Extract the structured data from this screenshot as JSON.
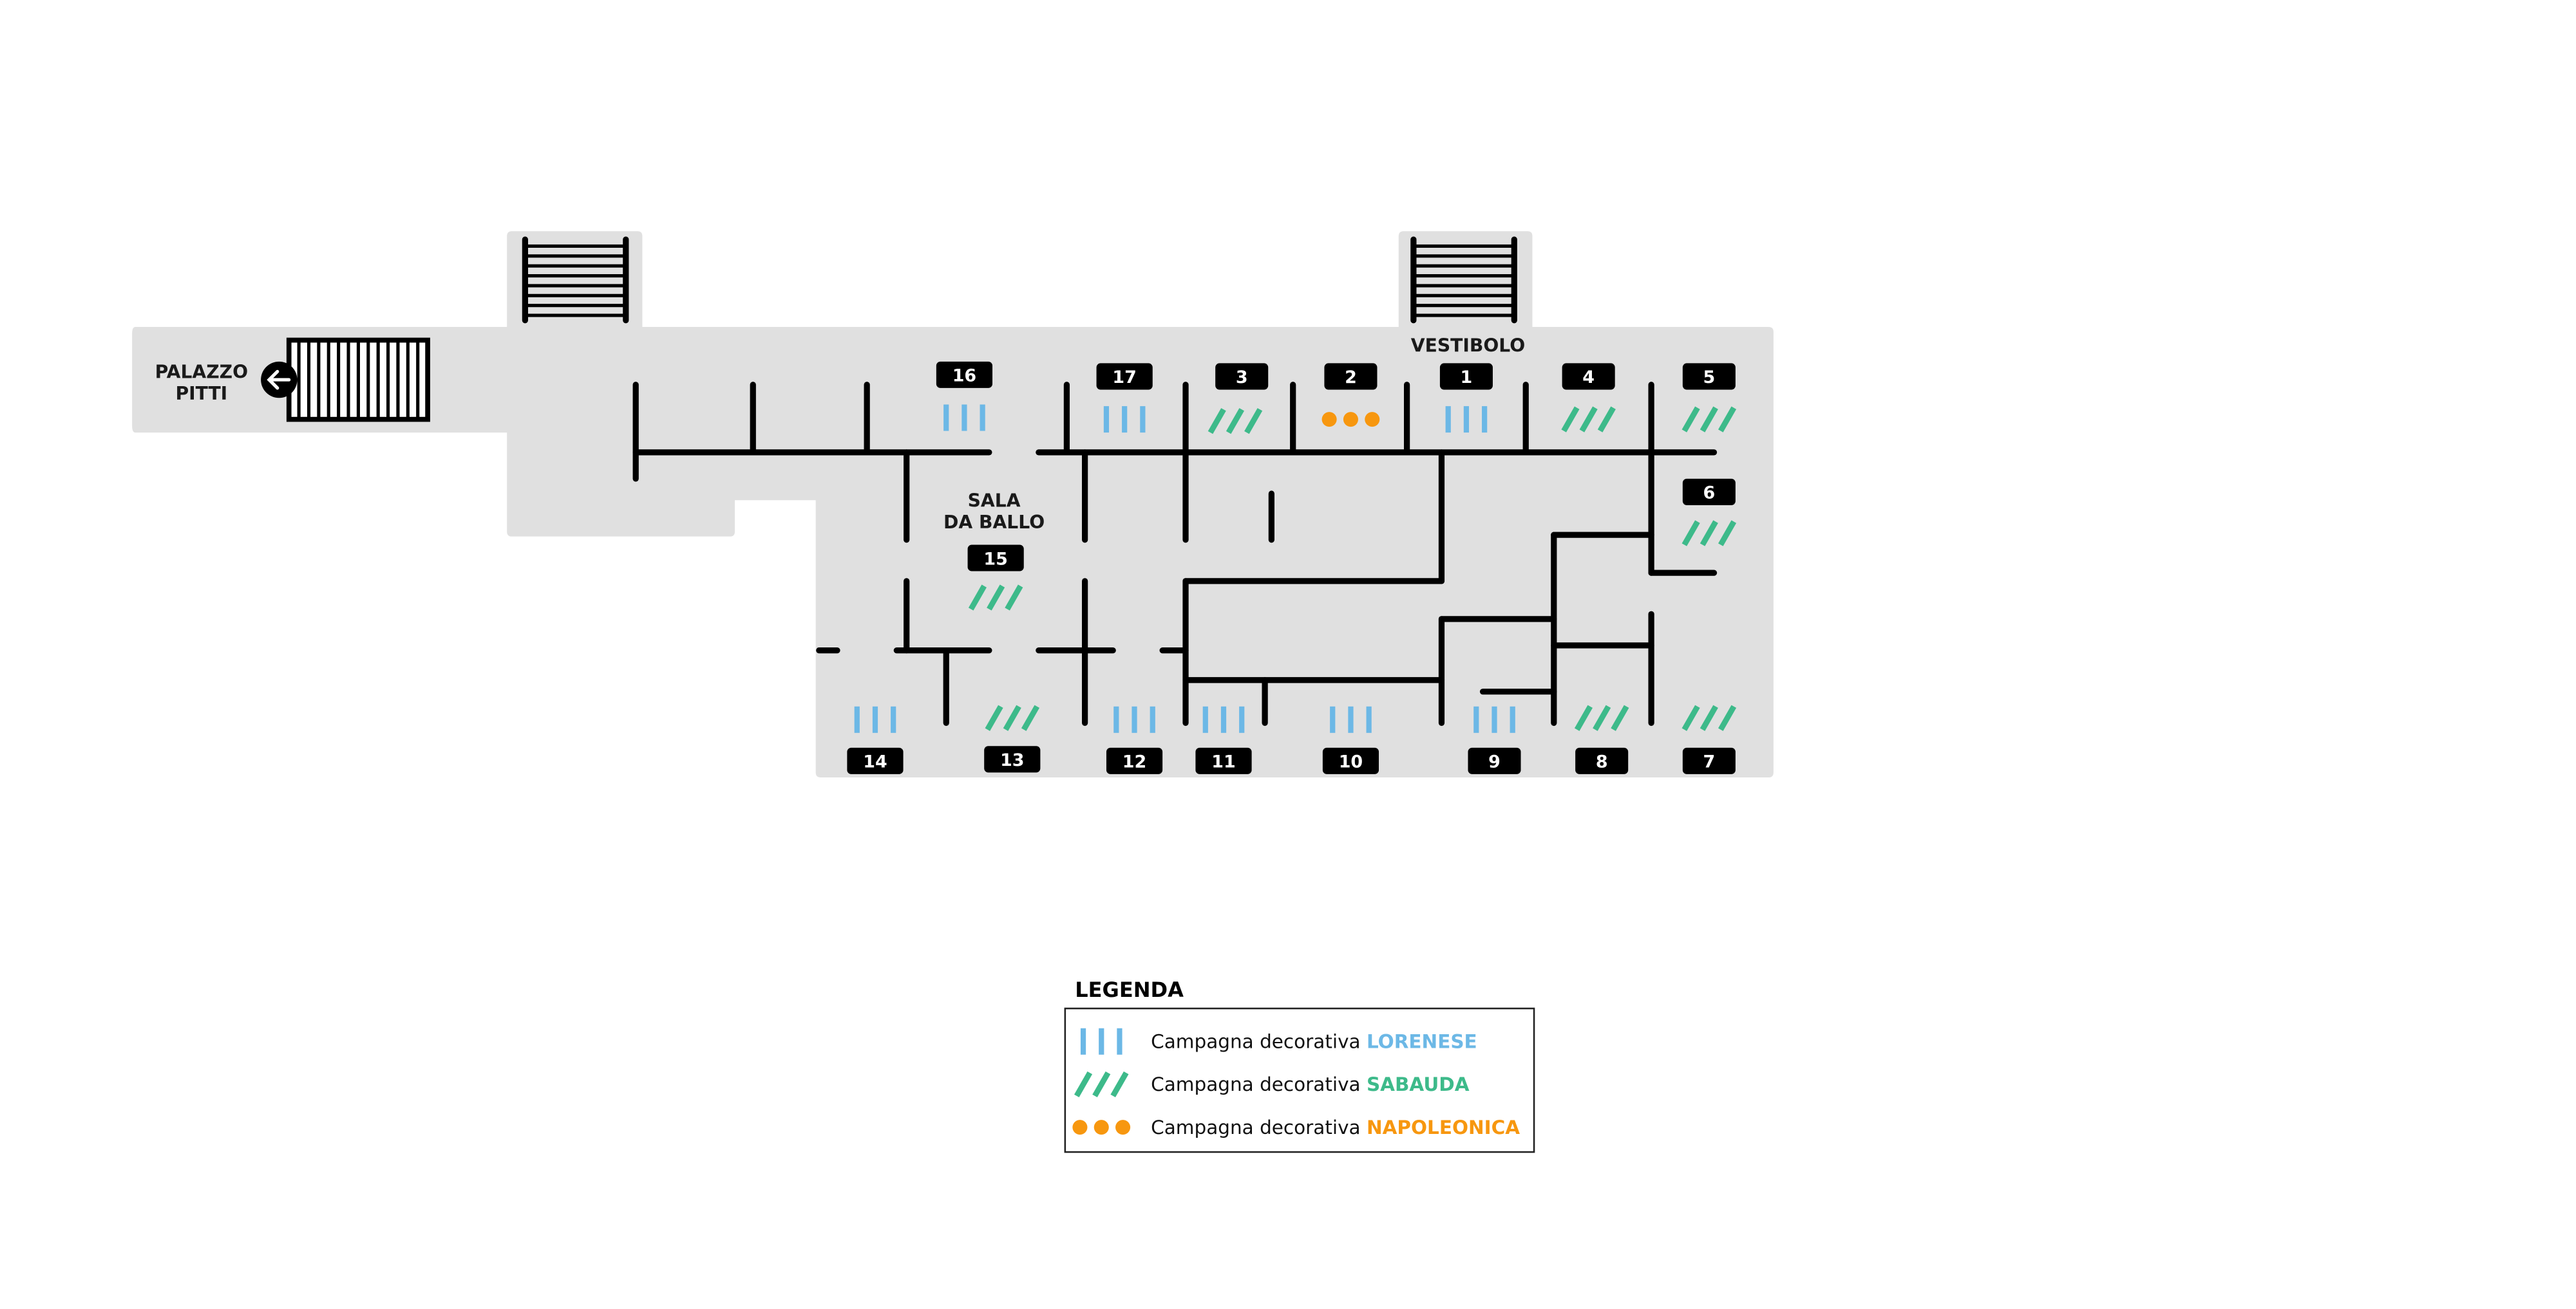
{
  "labels": {
    "palazzo_pitti": [
      "PALAZZO",
      "PITTI"
    ],
    "vestibolo": "VESTIBOLO",
    "sala_da_ballo": [
      "SALA",
      "DA BALLO"
    ]
  },
  "rooms": [
    {
      "number": "16",
      "campaign": "lorenese"
    },
    {
      "number": "17",
      "campaign": "lorenese"
    },
    {
      "number": "3",
      "campaign": "sabauda"
    },
    {
      "number": "2",
      "campaign": "napoleonica"
    },
    {
      "number": "1",
      "campaign": "lorenese"
    },
    {
      "number": "4",
      "campaign": "sabauda"
    },
    {
      "number": "5",
      "campaign": "sabauda"
    },
    {
      "number": "6",
      "campaign": "sabauda"
    },
    {
      "number": "15",
      "campaign": "sabauda"
    },
    {
      "number": "14",
      "campaign": "lorenese"
    },
    {
      "number": "13",
      "campaign": "sabauda"
    },
    {
      "number": "12",
      "campaign": "lorenese"
    },
    {
      "number": "11",
      "campaign": "lorenese"
    },
    {
      "number": "10",
      "campaign": "lorenese"
    },
    {
      "number": "9",
      "campaign": "lorenese"
    },
    {
      "number": "8",
      "campaign": "sabauda"
    },
    {
      "number": "7",
      "campaign": "sabauda"
    }
  ],
  "legend": {
    "title": "LEGENDA",
    "items": [
      {
        "key": "lorenese",
        "prefix": "Campagna decorativa ",
        "name": "LORENESE",
        "color": "#6cb8e6",
        "icon": "vertical-bars-icon"
      },
      {
        "key": "sabauda",
        "prefix": "Campagna decorativa ",
        "name": "SABAUDA",
        "color": "#3dba8a",
        "icon": "slanted-bars-icon"
      },
      {
        "key": "napoleonica",
        "prefix": "Campagna decorativa ",
        "name": "NAPOLEONICA",
        "color": "#f7970f",
        "icon": "dots-icon"
      }
    ]
  },
  "colors": {
    "floor": "#e0e0e0",
    "wall": "#000000"
  }
}
